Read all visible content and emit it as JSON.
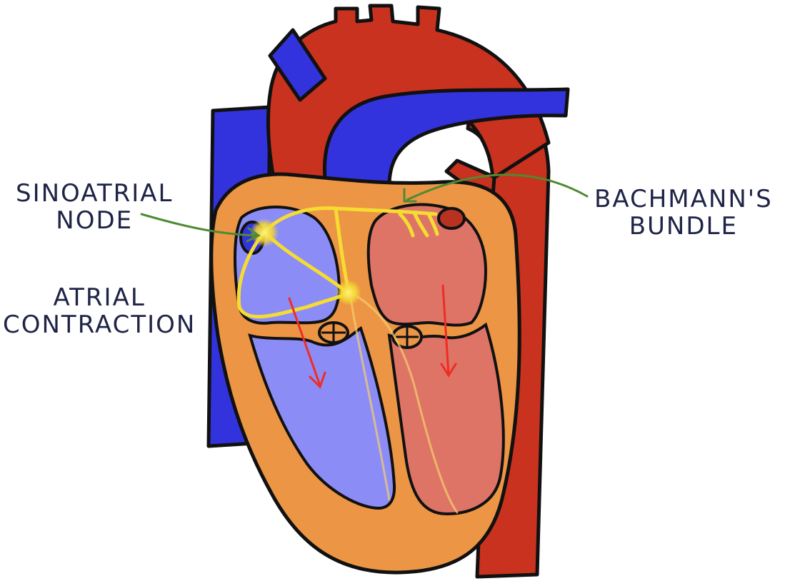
{
  "labels": {
    "sinoatrial": {
      "line1": "SINOATRIAL",
      "line2": "NODE"
    },
    "atrial": {
      "line1": "ATRIAL",
      "line2": "CONTRACTION"
    },
    "bachmann": {
      "line1": "BACHMANN'S",
      "line2": "BUNDLE"
    }
  },
  "colors": {
    "vein_blue": "#3333dd",
    "artery_red": "#c8321e",
    "myocardium_orange": "#ec9545",
    "right_chamber": "#8c8cf6",
    "left_chamber": "#de7466",
    "conduction_yellow": "#f5dc32",
    "pointer_green": "#4f8a32",
    "flow_arrow_red": "#ee2d24",
    "outline": "#111111"
  }
}
